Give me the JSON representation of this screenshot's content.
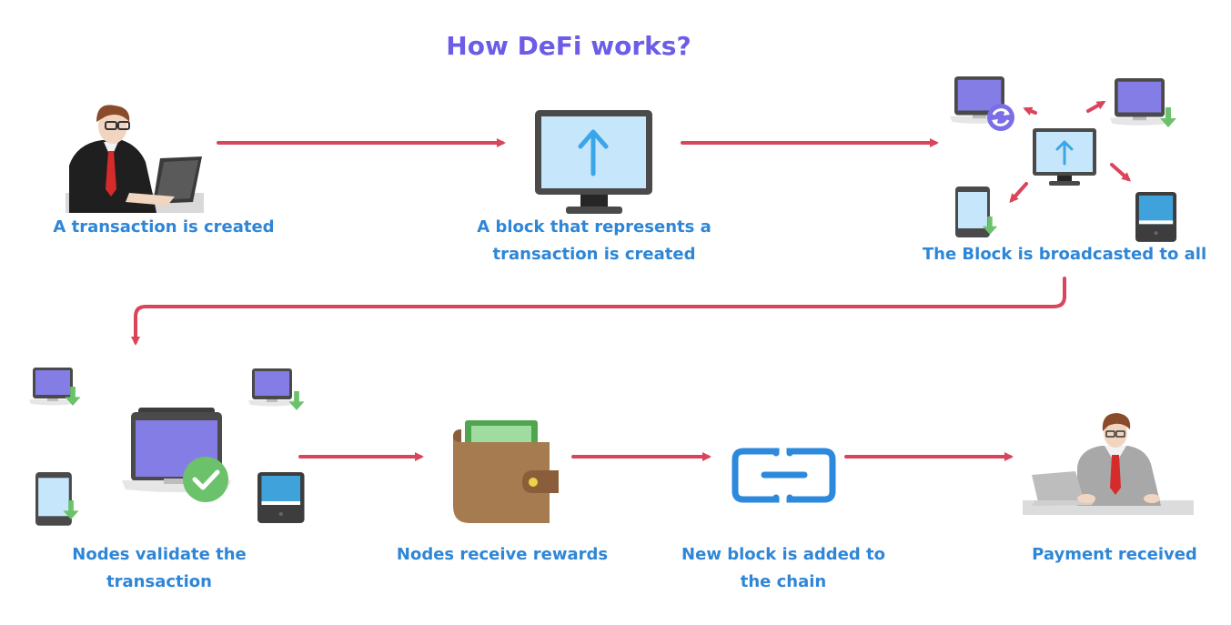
{
  "title": "How DeFi works?",
  "colors": {
    "title": "#6c5ce7",
    "label": "#2f86d6",
    "arrow": "#d9455b",
    "screen_purple": "#857de6",
    "screen_blue": "#c6e6fb",
    "device_frame": "#4a4a4a",
    "download_green": "#6cc16b",
    "chain_blue": "#2d89dc",
    "wallet_brown": "#a57b4f"
  },
  "steps": [
    {
      "id": "transaction-created",
      "label_lines": [
        "A transaction is created"
      ],
      "icon": "person-at-laptop-icon"
    },
    {
      "id": "block-created",
      "label_lines": [
        "A block that represents a",
        "transaction is created"
      ],
      "icon": "monitor-upload-icon"
    },
    {
      "id": "block-broadcast",
      "label_lines": [
        "The Block is broadcasted to all"
      ],
      "icon": "network-broadcast-icon"
    },
    {
      "id": "nodes-validate",
      "label_lines": [
        "Nodes validate the",
        "transaction"
      ],
      "icon": "laptop-check-icon"
    },
    {
      "id": "nodes-rewards",
      "label_lines": [
        "Nodes receive rewards"
      ],
      "icon": "wallet-icon"
    },
    {
      "id": "block-added",
      "label_lines": [
        "New block is added to",
        "the chain"
      ],
      "icon": "chain-link-icon"
    },
    {
      "id": "payment-received",
      "label_lines": [
        "Payment received"
      ],
      "icon": "person-at-desk-icon"
    }
  ]
}
